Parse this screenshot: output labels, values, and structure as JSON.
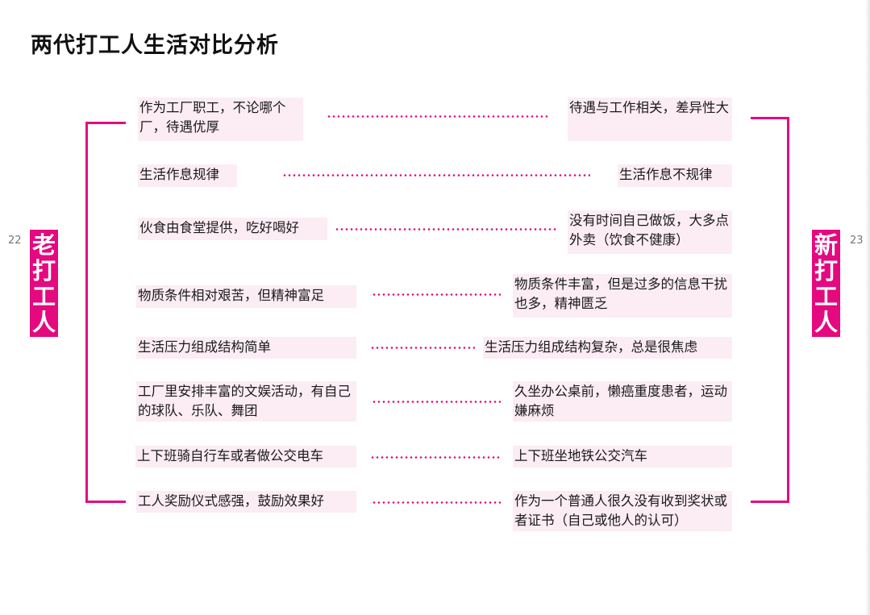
{
  "title": "两代打工人生活对比分析",
  "page_numbers": {
    "left": "22",
    "right": "23"
  },
  "accent_color": "#e5097f",
  "highlight_color": "#fcecf4",
  "old_worker": {
    "chars": [
      "老",
      "打",
      "工",
      "人"
    ]
  },
  "new_worker": {
    "chars": [
      "新",
      "打",
      "工",
      "人"
    ]
  },
  "rows": [
    {
      "old": "作为工厂职工，不论哪个厂，待遇优厚",
      "new": "待遇与工作相关，差异性大"
    },
    {
      "old": "生活作息规律",
      "new": "生活作息不规律"
    },
    {
      "old": "伙食由食堂提供，吃好喝好",
      "new": "没有时间自己做饭，大多点外卖（饮食不健康）"
    },
    {
      "old": "物质条件相对艰苦，但精神富足",
      "new": "物质条件丰富，但是过多的信息干扰也多，精神匮乏"
    },
    {
      "old": "生活压力组成结构简单",
      "new": "生活压力组成结构复杂，总是很焦虑"
    },
    {
      "old": "工厂里安排丰富的文娱活动，有自己的球队、乐队、舞团",
      "new": "久坐办公桌前，懒癌重度患者，运动嫌麻烦"
    },
    {
      "old": "上下班骑自行车或者做公交电车",
      "new": "上下班坐地铁公交汽车"
    },
    {
      "old": "工人奖励仪式感强，鼓励效果好",
      "new": "作为一个普通人很久没有收到奖状或者证书（自己或他人的认可）"
    }
  ]
}
